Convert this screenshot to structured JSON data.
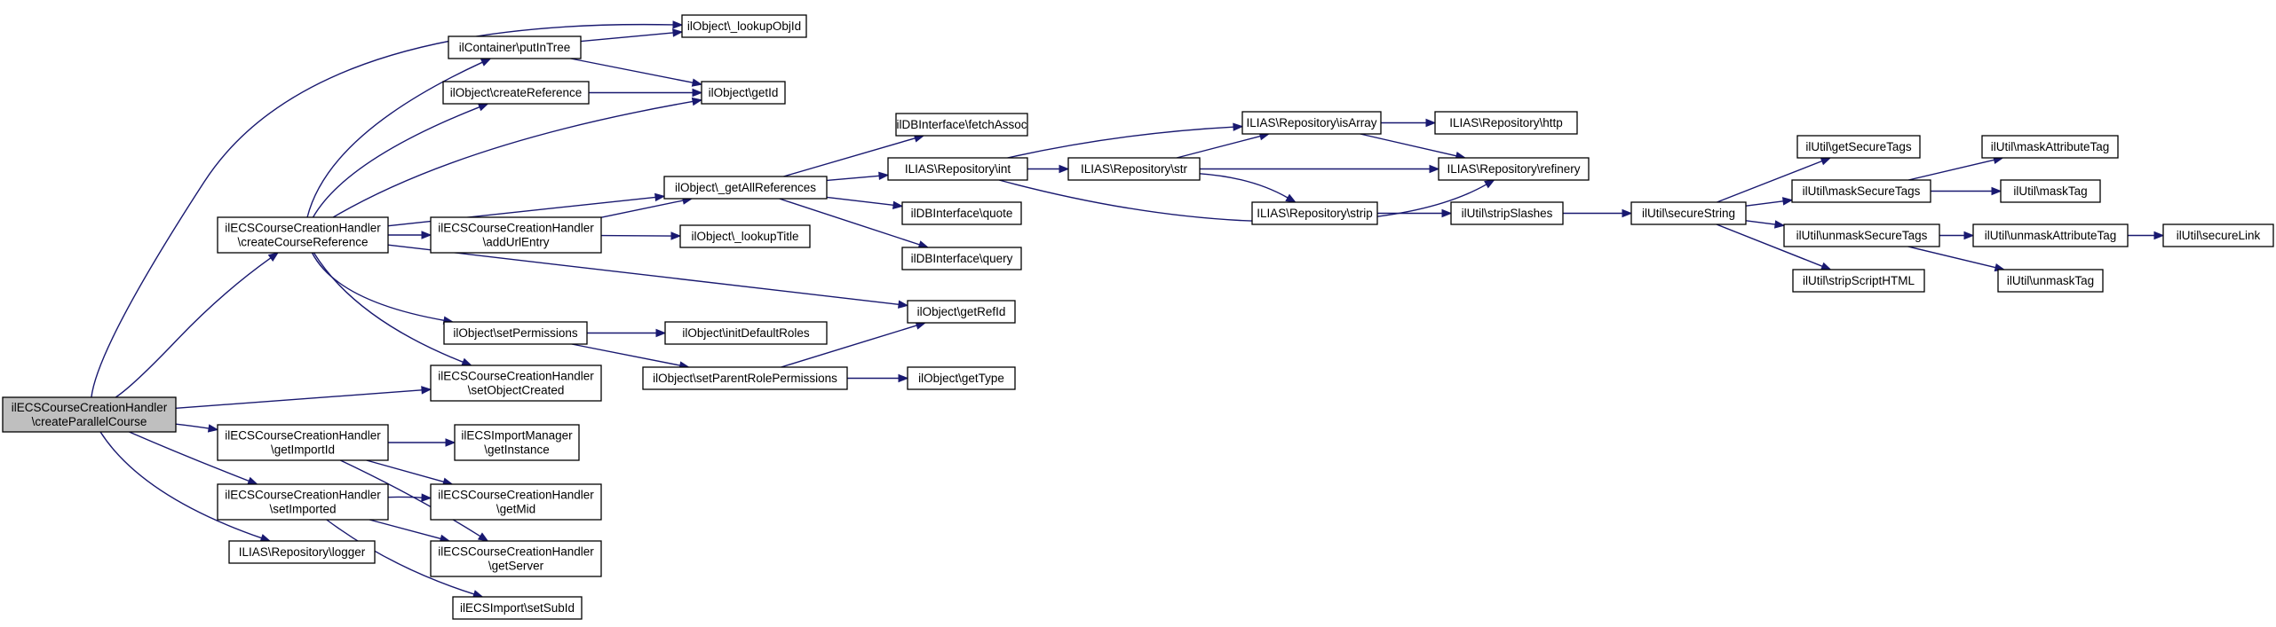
{
  "colors": {
    "edge": "#191970",
    "node_border": "#000000",
    "node_fill": "#ffffff",
    "root_fill": "#bfbfbf"
  },
  "nodes": {
    "n0": {
      "lines": [
        "ilECSCourseCreationHandler",
        "\\createParallelCourse"
      ],
      "root": true
    },
    "n1": {
      "lines": [
        "ilECSCourseCreationHandler",
        "\\createCourseReference"
      ]
    },
    "n2": {
      "lines": [
        "ilECSCourseCreationHandler",
        "\\setObjectCreated"
      ]
    },
    "n3": {
      "lines": [
        "ilECSCourseCreationHandler",
        "\\getImportId"
      ]
    },
    "n4": {
      "lines": [
        "ilECSCourseCreationHandler",
        "\\setImported"
      ]
    },
    "n5": {
      "lines": [
        "ILIAS\\Repository\\logger"
      ]
    },
    "n6": {
      "lines": [
        "ilObject\\_lookupObjId"
      ]
    },
    "n7": {
      "lines": [
        "ilContainer\\putInTree"
      ]
    },
    "n8": {
      "lines": [
        "ilObject\\createReference"
      ]
    },
    "n9": {
      "lines": [
        "ilObject\\getId"
      ]
    },
    "n10": {
      "lines": [
        "ilObject\\_getAllReferences"
      ]
    },
    "n11": {
      "lines": [
        "ilECSCourseCreationHandler",
        "\\addUrlEntry"
      ]
    },
    "n12": {
      "lines": [
        "ilObject\\getRefId"
      ]
    },
    "n13": {
      "lines": [
        "ilObject\\setPermissions"
      ]
    },
    "n14": {
      "lines": [
        "ilDBInterface\\fetchAssoc"
      ]
    },
    "n15": {
      "lines": [
        "ILIAS\\Repository\\int"
      ]
    },
    "n16": {
      "lines": [
        "ilDBInterface\\quote"
      ]
    },
    "n17": {
      "lines": [
        "ilDBInterface\\query"
      ]
    },
    "n18": {
      "lines": [
        "ilObject\\_lookupTitle"
      ]
    },
    "n19": {
      "lines": [
        "ilObject\\initDefaultRoles"
      ]
    },
    "n20": {
      "lines": [
        "ilObject\\setParentRolePermissions"
      ]
    },
    "n21": {
      "lines": [
        "ilObject\\getType"
      ]
    },
    "n22": {
      "lines": [
        "ilECSImportManager",
        "\\getInstance"
      ]
    },
    "n23": {
      "lines": [
        "ilECSCourseCreationHandler",
        "\\getMid"
      ]
    },
    "n24": {
      "lines": [
        "ilECSCourseCreationHandler",
        "\\getServer"
      ]
    },
    "n25": {
      "lines": [
        "ilECSImport\\setSubId"
      ]
    },
    "n26": {
      "lines": [
        "ILIAS\\Repository\\str"
      ]
    },
    "n27": {
      "lines": [
        "ILIAS\\Repository\\isArray"
      ]
    },
    "n28": {
      "lines": [
        "ILIAS\\Repository\\refinery"
      ]
    },
    "n29": {
      "lines": [
        "ILIAS\\Repository\\http"
      ]
    },
    "n30": {
      "lines": [
        "ILIAS\\Repository\\strip"
      ]
    },
    "n31": {
      "lines": [
        "ilUtil\\stripSlashes"
      ]
    },
    "n32": {
      "lines": [
        "ilUtil\\secureString"
      ]
    },
    "n33": {
      "lines": [
        "ilUtil\\getSecureTags"
      ]
    },
    "n34": {
      "lines": [
        "ilUtil\\maskSecureTags"
      ]
    },
    "n35": {
      "lines": [
        "ilUtil\\unmaskSecureTags"
      ]
    },
    "n36": {
      "lines": [
        "ilUtil\\stripScriptHTML"
      ]
    },
    "n37": {
      "lines": [
        "ilUtil\\maskAttributeTag"
      ]
    },
    "n38": {
      "lines": [
        "ilUtil\\maskTag"
      ]
    },
    "n39": {
      "lines": [
        "ilUtil\\unmaskAttributeTag"
      ]
    },
    "n40": {
      "lines": [
        "ilUtil\\unmaskTag"
      ]
    },
    "n41": {
      "lines": [
        "ilUtil\\secureLink"
      ]
    }
  },
  "edges": [
    [
      "n0",
      "n1"
    ],
    [
      "n0",
      "n6"
    ],
    [
      "n0",
      "n2"
    ],
    [
      "n0",
      "n3"
    ],
    [
      "n0",
      "n4"
    ],
    [
      "n0",
      "n5"
    ],
    [
      "n1",
      "n7"
    ],
    [
      "n1",
      "n8"
    ],
    [
      "n1",
      "n9"
    ],
    [
      "n1",
      "n10"
    ],
    [
      "n1",
      "n11"
    ],
    [
      "n1",
      "n12"
    ],
    [
      "n1",
      "n13"
    ],
    [
      "n1",
      "n2"
    ],
    [
      "n7",
      "n6"
    ],
    [
      "n7",
      "n9"
    ],
    [
      "n8",
      "n9"
    ],
    [
      "n10",
      "n14"
    ],
    [
      "n10",
      "n15"
    ],
    [
      "n10",
      "n16"
    ],
    [
      "n10",
      "n17"
    ],
    [
      "n11",
      "n10"
    ],
    [
      "n11",
      "n18"
    ],
    [
      "n13",
      "n19"
    ],
    [
      "n13",
      "n20"
    ],
    [
      "n20",
      "n12"
    ],
    [
      "n20",
      "n21"
    ],
    [
      "n3",
      "n22"
    ],
    [
      "n3",
      "n23"
    ],
    [
      "n3",
      "n24"
    ],
    [
      "n4",
      "n23"
    ],
    [
      "n4",
      "n24"
    ],
    [
      "n4",
      "n25"
    ],
    [
      "n15",
      "n26"
    ],
    [
      "n15",
      "n27"
    ],
    [
      "n15",
      "n28"
    ],
    [
      "n26",
      "n27"
    ],
    [
      "n26",
      "n28"
    ],
    [
      "n26",
      "n30"
    ],
    [
      "n27",
      "n29"
    ],
    [
      "n27",
      "n28"
    ],
    [
      "n30",
      "n31"
    ],
    [
      "n31",
      "n32"
    ],
    [
      "n32",
      "n33"
    ],
    [
      "n32",
      "n34"
    ],
    [
      "n32",
      "n35"
    ],
    [
      "n32",
      "n36"
    ],
    [
      "n34",
      "n37"
    ],
    [
      "n34",
      "n38"
    ],
    [
      "n35",
      "n39"
    ],
    [
      "n35",
      "n40"
    ],
    [
      "n39",
      "n41"
    ]
  ]
}
